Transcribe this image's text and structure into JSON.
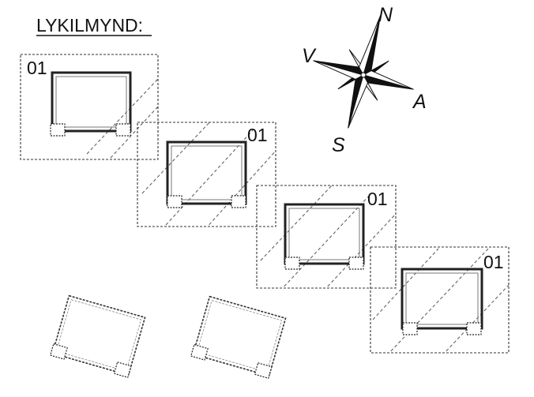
{
  "legend": {
    "title": "LYKILMYND:"
  },
  "plots": [
    {
      "number": "01"
    },
    {
      "number": "01"
    },
    {
      "number": "01"
    },
    {
      "number": "01"
    }
  ],
  "compass": {
    "north": "N",
    "west": "V",
    "east": "A",
    "south": "S"
  }
}
